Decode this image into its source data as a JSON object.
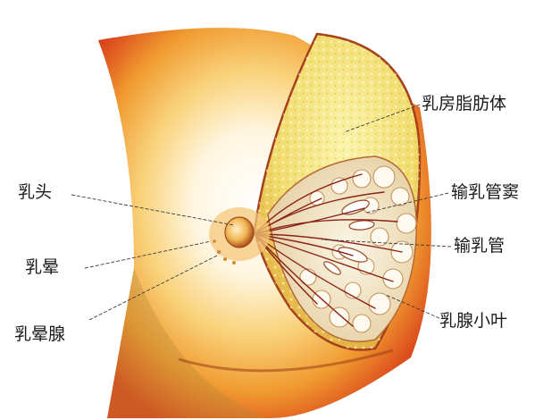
{
  "labels": {
    "nipple": "乳头",
    "areola": "乳晕",
    "areolar_glands": "乳晕腺",
    "breast_fat": "乳房脂肪体",
    "lactiferous_sinus": "输乳管窦",
    "lactiferous_duct": "输乳管",
    "lobule": "乳腺小叶"
  },
  "colors": {
    "skin_outer": "#e0561a",
    "skin_mid": "#f3b24a",
    "skin_highlight": "#fff6e0",
    "fat": "#f3e07a",
    "gland": "#f4ead0",
    "duct": "#8a2418",
    "leader_line": "#3a3a3a"
  }
}
